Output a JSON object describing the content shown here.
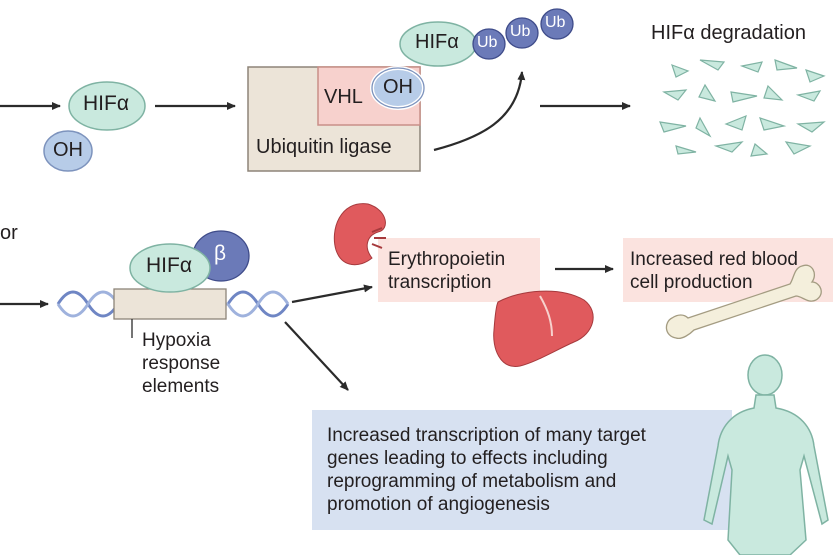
{
  "diagram": {
    "normoxia": {
      "hif_label": "HIFα",
      "oh_label": "OH",
      "ligase_label": "Ubiquitin ligase",
      "vhl_label": "VHL",
      "ub_label": "Ub",
      "degradation_label": "HIFα degradation"
    },
    "hypoxia": {
      "left_fragment": "or",
      "hif_label": "HIFα",
      "beta_label": "β",
      "hre_label": "Hypoxia\nresponse\nelements",
      "epo_label": "Erythropoietin\ntranscription",
      "rbc_label": "Increased red blood\ncell production",
      "target_genes_text": "Increased transcription of many target\ngenes leading to effects including\nreprogramming of metabolism and\npromotion of angiogenesis"
    },
    "colors": {
      "hif_fill": "#c9e9de",
      "oh_fill": "#b7cce8",
      "ub_fill": "#6b7ab8",
      "ligase_fill": "#ece4d8",
      "vhl_fill": "#f7d1cd",
      "text_box_fill": "#fbe3df",
      "target_box_fill": "#d7e1f1",
      "organ_red": "#e05a5d",
      "arrow": "#2b2b2b"
    }
  }
}
